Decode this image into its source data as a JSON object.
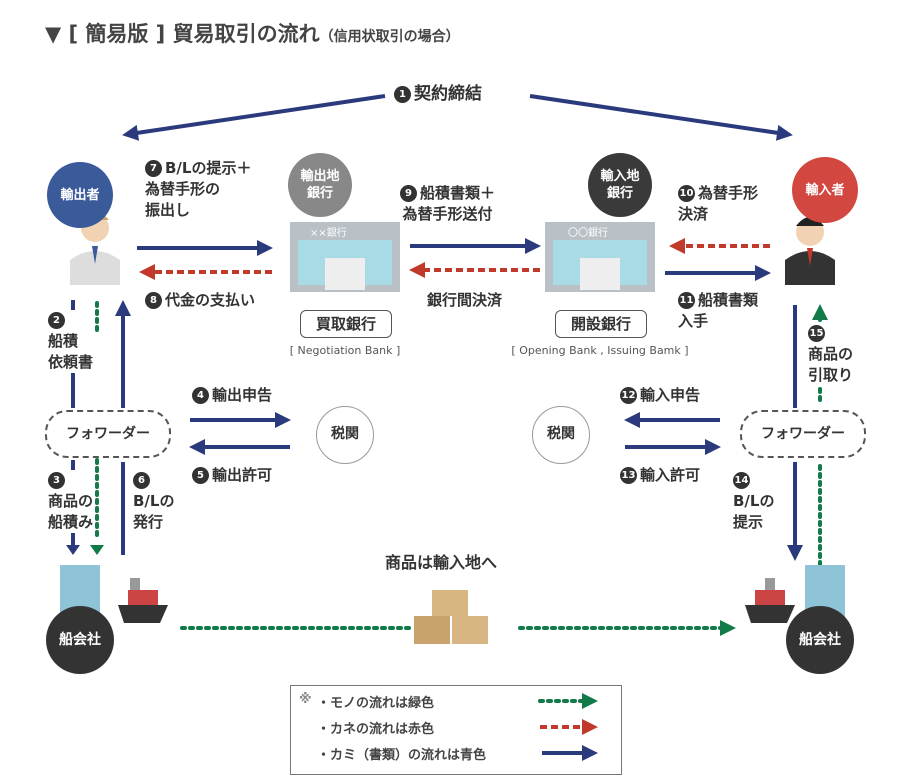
{
  "title": {
    "main": "▼ [ 簡易版 ] 貿易取引の流れ",
    "sub": "（信用状取引の場合）"
  },
  "colors": {
    "navy": "#2b3a7d",
    "red": "#c0392b",
    "green": "#127a48"
  },
  "parties": {
    "exporter": "輸出者",
    "importer": "輸入者",
    "export_bank": "輸出地\n銀行",
    "import_bank": "輸入地\n銀行",
    "shipping_left": "船会社",
    "shipping_right": "船会社",
    "forwarder_left": "フォワーダー",
    "forwarder_right": "フォワーダー",
    "customs_left": "税関",
    "customs_right": "税関"
  },
  "banks": {
    "buy_label": "買取銀行",
    "buy_sub": "[ Negotiation Bank ]",
    "open_label": "開設銀行",
    "open_sub": "[ Opening Bank , Issuing Bamk ]",
    "xx_sign": "××銀行",
    "oo_sign": "〇〇銀行"
  },
  "steps": {
    "s1": {
      "n": "1",
      "t": "契約締結"
    },
    "s2": {
      "n": "2",
      "t": "\n船積\n依頼書"
    },
    "s3": {
      "n": "3",
      "t": "\n商品の\n船積み"
    },
    "s4": {
      "n": "4",
      "t": "輸出申告"
    },
    "s5": {
      "n": "5",
      "t": "輸出許可"
    },
    "s6": {
      "n": "6",
      "t": "\nB/Lの\n発行"
    },
    "s7": {
      "n": "7",
      "t": "B/Lの提示＋\n為替手形の\n振出し"
    },
    "s8": {
      "n": "8",
      "t": "代金の支払い"
    },
    "s9": {
      "n": "9",
      "t": "船積書類＋\n為替手形送付"
    },
    "s10": {
      "n": "10",
      "t": "為替手形\n決済"
    },
    "s11": {
      "n": "11",
      "t": "船積書類\n入手"
    },
    "s12": {
      "n": "12",
      "t": "輸入申告"
    },
    "s13": {
      "n": "13",
      "t": "輸入許可"
    },
    "s14": {
      "n": "14",
      "t": "\nB/Lの\n提示"
    },
    "s15": {
      "n": "15",
      "t": "\n商品の\n引取り"
    }
  },
  "interbank": "銀行間決済",
  "goods": "商品は輸入地へ",
  "legend": {
    "mark": "※",
    "goods": "・モノの流れは緑色",
    "money": "・カネの流れは赤色",
    "docs": "・カミ（書類）の流れは青色"
  }
}
